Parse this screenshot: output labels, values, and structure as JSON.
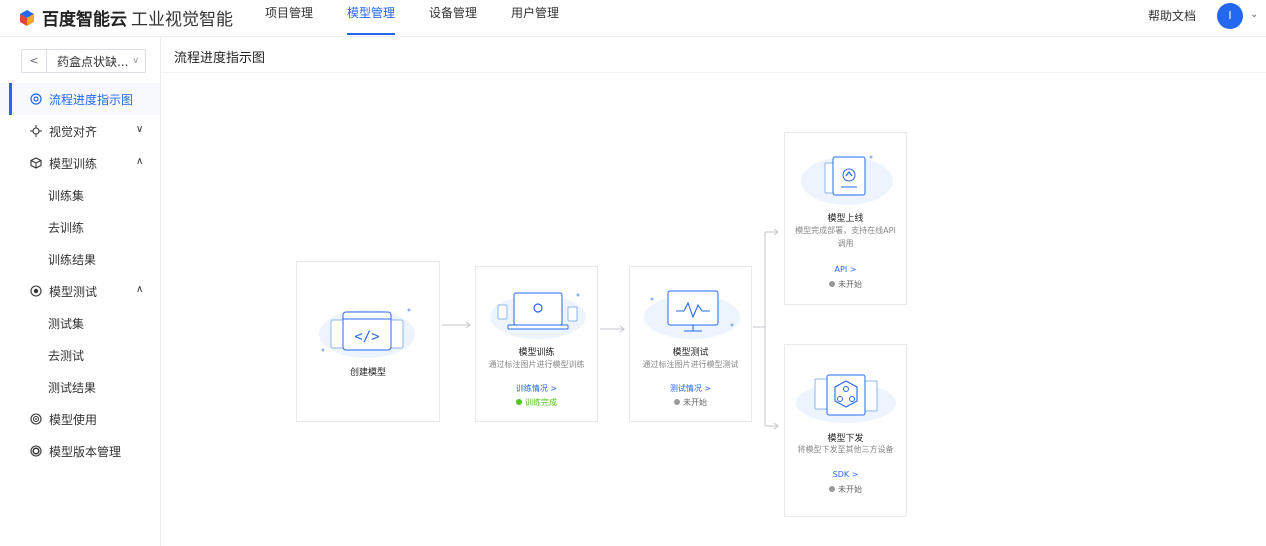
{
  "header": {
    "brand": "百度智能云",
    "product": "工业视觉智能",
    "nav": [
      "项目管理",
      "模型管理",
      "设备管理",
      "用户管理"
    ],
    "active_nav": "模型管理",
    "help": "帮助文档",
    "avatar": "I"
  },
  "sidebar": {
    "project": "药盒点状缺...",
    "items": [
      {
        "label": "流程进度指示图"
      },
      {
        "label": "视觉对齐"
      },
      {
        "label": "模型训练"
      },
      {
        "label": "训练集"
      },
      {
        "label": "去训练"
      },
      {
        "label": "训练结果"
      },
      {
        "label": "模型测试"
      },
      {
        "label": "测试集"
      },
      {
        "label": "去测试"
      },
      {
        "label": "测试结果"
      },
      {
        "label": "模型使用"
      },
      {
        "label": "模型版本管理"
      }
    ]
  },
  "main": {
    "title": "流程进度指示图",
    "cards": {
      "create": {
        "title": "创建模型"
      },
      "train": {
        "title": "模型训练",
        "desc": "通过标注图片进行模型训练",
        "link": "训练情况 >",
        "status": "训练完成"
      },
      "test": {
        "title": "模型测试",
        "desc": "通过标注图片进行模型测试",
        "link": "测试情况 >",
        "status": "未开始"
      },
      "online": {
        "title": "模型上线",
        "desc": "模型完成部署，支持在线API调用",
        "link": "API >",
        "status": "未开始"
      },
      "deliver": {
        "title": "模型下发",
        "desc": "将模型下发至其他三方设备",
        "link": "SDK >",
        "status": "未开始"
      }
    },
    "colors": {
      "accent": "#2468f2",
      "done": "#52c41a",
      "pending": "#999999"
    }
  }
}
